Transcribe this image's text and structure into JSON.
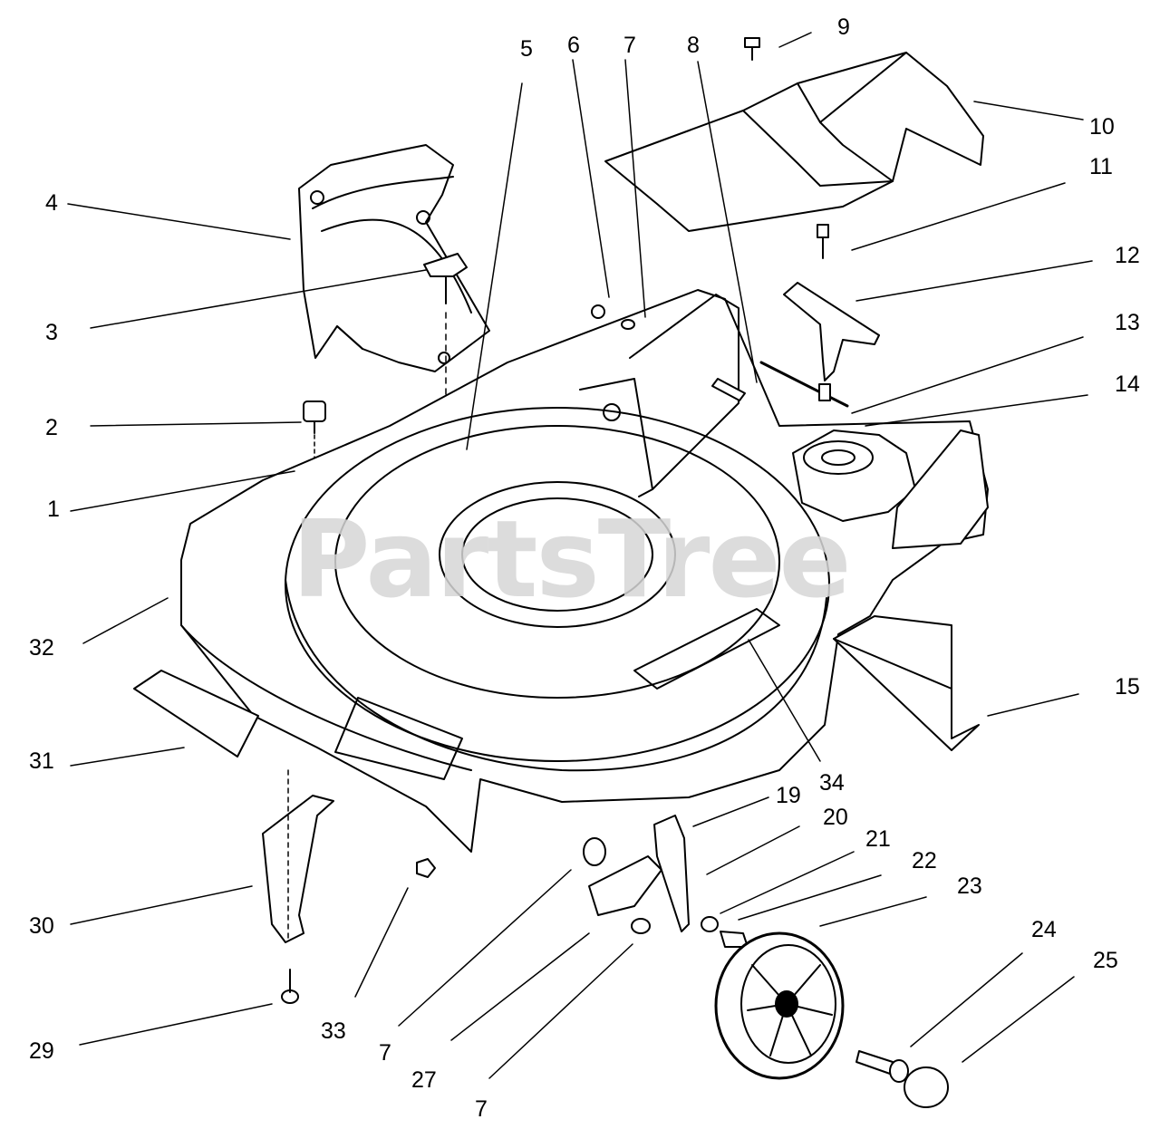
{
  "watermark": "PartsTree",
  "callouts": [
    {
      "id": "c1",
      "label": "1"
    },
    {
      "id": "c2",
      "label": "2"
    },
    {
      "id": "c3",
      "label": "3"
    },
    {
      "id": "c4",
      "label": "4"
    },
    {
      "id": "c5",
      "label": "5"
    },
    {
      "id": "c6",
      "label": "6"
    },
    {
      "id": "c7a",
      "label": "7"
    },
    {
      "id": "c8",
      "label": "8"
    },
    {
      "id": "c9",
      "label": "9"
    },
    {
      "id": "c10",
      "label": "10"
    },
    {
      "id": "c11",
      "label": "11"
    },
    {
      "id": "c12",
      "label": "12"
    },
    {
      "id": "c13",
      "label": "13"
    },
    {
      "id": "c14",
      "label": "14"
    },
    {
      "id": "c15",
      "label": "15"
    },
    {
      "id": "c19",
      "label": "19"
    },
    {
      "id": "c20",
      "label": "20"
    },
    {
      "id": "c21",
      "label": "21"
    },
    {
      "id": "c22",
      "label": "22"
    },
    {
      "id": "c23",
      "label": "23"
    },
    {
      "id": "c24",
      "label": "24"
    },
    {
      "id": "c25",
      "label": "25"
    },
    {
      "id": "c27",
      "label": "27"
    },
    {
      "id": "c7b",
      "label": "7"
    },
    {
      "id": "c7c",
      "label": "7"
    },
    {
      "id": "c29",
      "label": "29"
    },
    {
      "id": "c30",
      "label": "30"
    },
    {
      "id": "c31",
      "label": "31"
    },
    {
      "id": "c32",
      "label": "32"
    },
    {
      "id": "c33",
      "label": "33"
    },
    {
      "id": "c34",
      "label": "34"
    }
  ]
}
